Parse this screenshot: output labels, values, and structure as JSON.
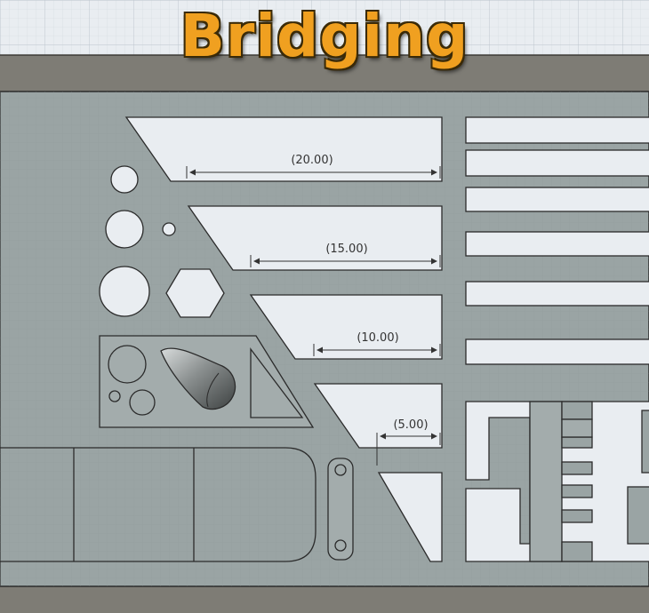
{
  "title": "Bridging",
  "dimensions": [
    "(20.00)",
    "(15.00)",
    "(10.00)",
    "(5.00)"
  ],
  "colors": {
    "part_gray": "#9aa4a4",
    "bottom_plate": "#7e7c75",
    "canvas_bg": "#e9edf1",
    "title_orange": "#f0a020",
    "edge": "#2b2b2b"
  }
}
